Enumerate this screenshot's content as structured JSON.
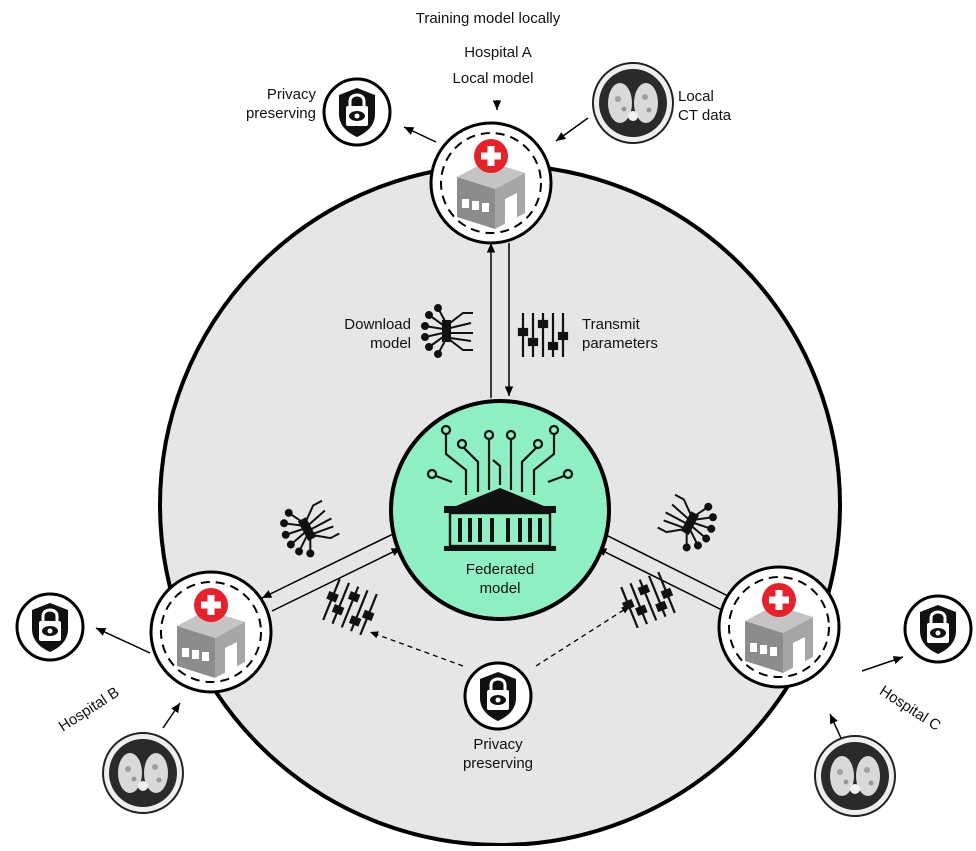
{
  "labels": {
    "training_model_locally": "Training model locally",
    "hospital_a": "Hospital A",
    "local_model": "Local model",
    "privacy_preserving_top": [
      "Privacy",
      "preserving"
    ],
    "local_ct_data": [
      "Local",
      "CT data"
    ],
    "download_model": [
      "Download",
      "model"
    ],
    "transmit_parameters": [
      "Transmit",
      "parameters"
    ],
    "federated_model": [
      "Federated",
      "model"
    ],
    "hospital_b": "Hospital B",
    "hospital_c": "Hospital C",
    "privacy_preserving_bottom": [
      "Privacy",
      "preserving"
    ]
  },
  "colors": {
    "background_circle": "#e6e6e6",
    "federated_fill": "#8ef0c2",
    "hospital_building": "#8c8c8c",
    "cross_red": "#e8202a",
    "stroke": "#000000"
  },
  "icons": [
    "hospital-icon",
    "privacy-shield-icon",
    "ct-scan-icon",
    "neural-network-icon",
    "parameter-sliders-icon",
    "federated-server-icon"
  ]
}
